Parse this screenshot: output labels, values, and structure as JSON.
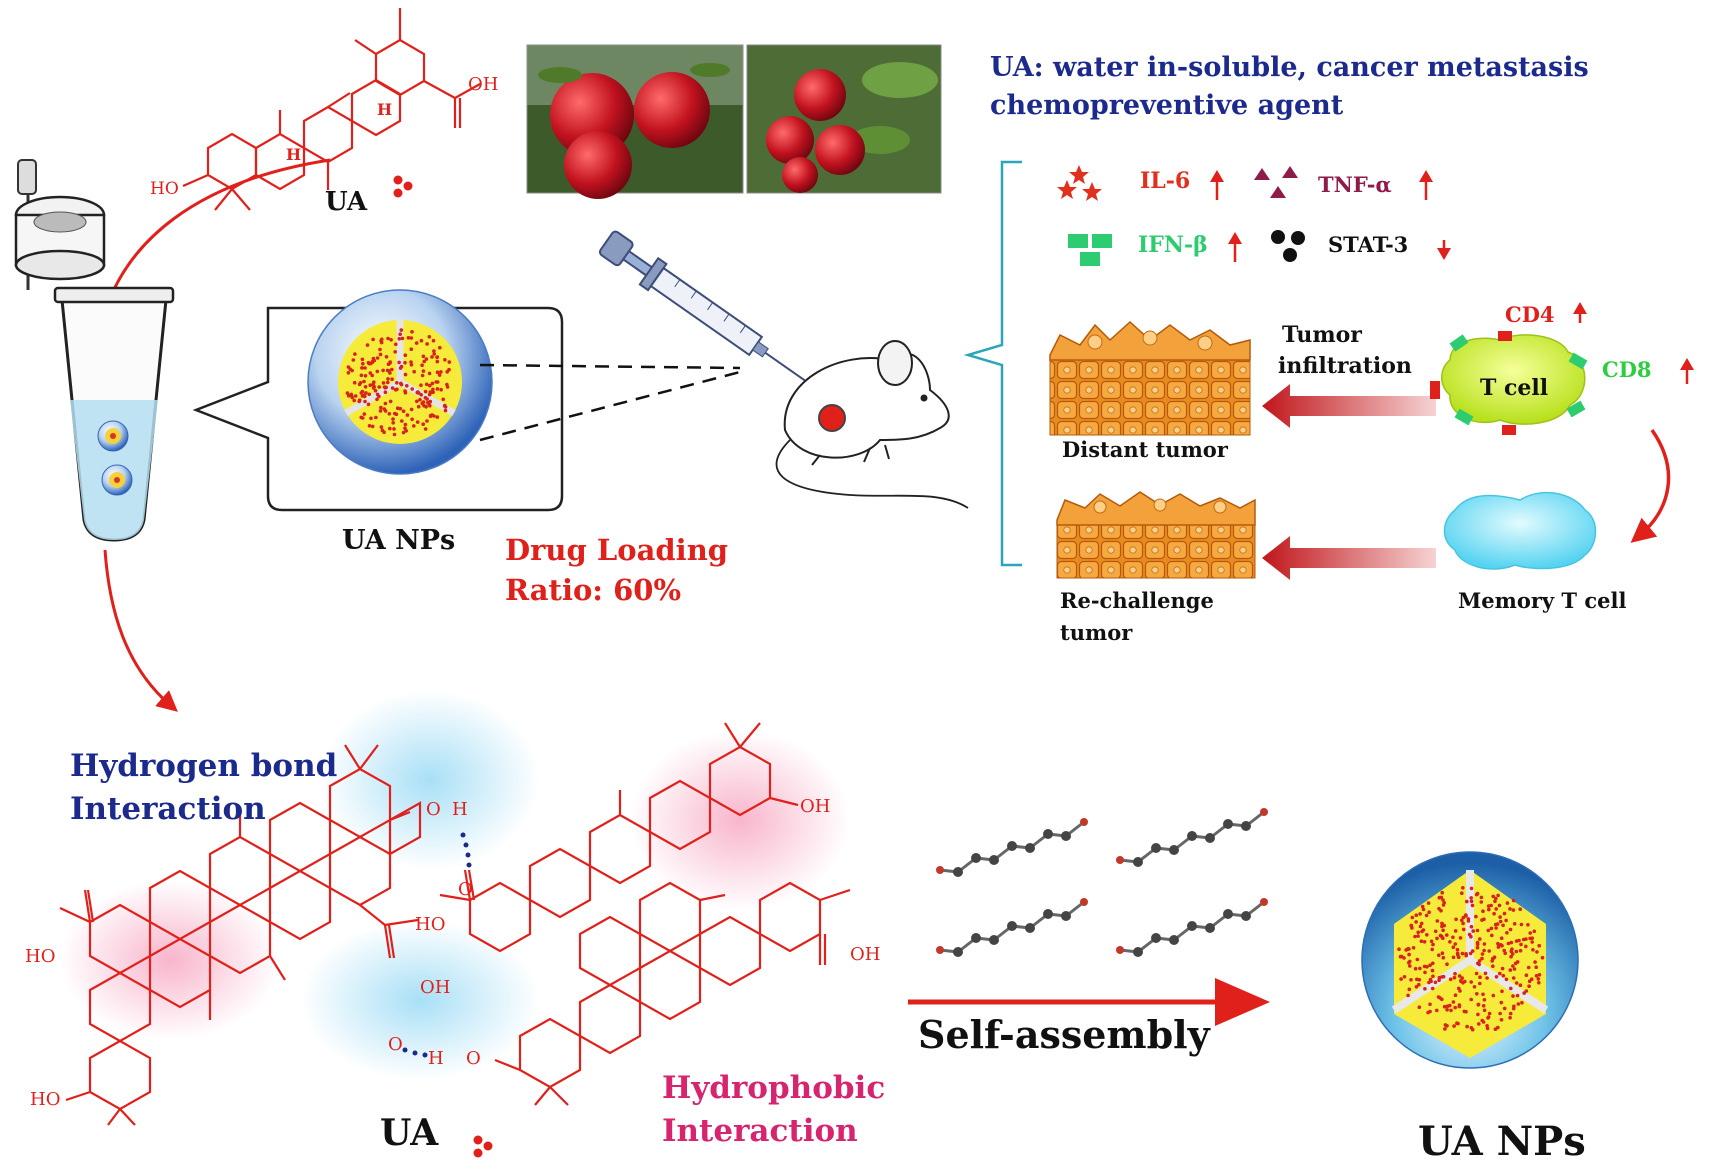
{
  "top_structure": {
    "label": "UA",
    "oh_label": "OH",
    "ho_label": "HO",
    "h_label": "H"
  },
  "description_line1": "UA: water in-soluble, cancer metastasis",
  "description_line2": "chemopreventive agent",
  "cytokines": [
    {
      "name": "IL-6",
      "direction": "up",
      "color": "#e0301e"
    },
    {
      "name": "TNF-α",
      "direction": "up",
      "color": "#8e1b4a"
    },
    {
      "name": "IFN-β",
      "direction": "up",
      "color": "#2ecc71"
    },
    {
      "name": "STAT-3",
      "direction": "down",
      "color": "#111111"
    }
  ],
  "immune": {
    "tumor_infiltration_1": "Tumor",
    "tumor_infiltration_2": "infiltration",
    "cd4": "CD4",
    "cd8": "CD8",
    "t_cell": "T cell",
    "distant_tumor": "Distant tumor",
    "memory_t_cell": "Memory T cell",
    "rechallenge_1": "Re-challenge",
    "rechallenge_2": "tumor"
  },
  "nps_label": "UA NPs",
  "drug_loading_1": "Drug Loading",
  "drug_loading_2": "Ratio: 60%",
  "bottom": {
    "hbond_1": "Hydrogen bond",
    "hbond_2": "Interaction",
    "hydrophobic_1": "Hydrophobic",
    "hydrophobic_2": "Interaction",
    "ua_label": "UA",
    "self_assembly": "Self-assembly",
    "nps_label": "UA NPs",
    "oh": "OH",
    "ho": "HO",
    "h": "H",
    "o": "O"
  },
  "colors": {
    "accent_red": "#e0201b",
    "navy": "#1b2a8c",
    "pink": "#d6246e",
    "green": "#2ecc40",
    "tumor_orange": "#f39a2c",
    "t_cell_yellow": "#d8f23a",
    "memory_cyan": "#7ee2f5"
  }
}
